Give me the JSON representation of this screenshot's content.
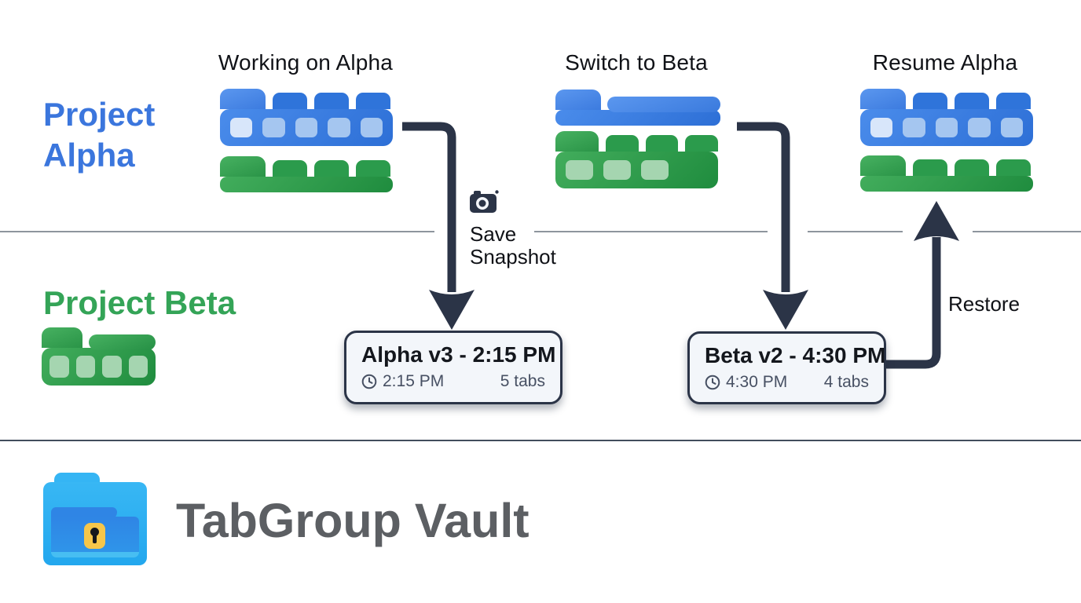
{
  "headers": {
    "col1": "Working on Alpha",
    "col2": "Switch to Beta",
    "col3": "Resume Alpha"
  },
  "lanes": {
    "alpha": "Project Alpha",
    "beta": "Project Beta"
  },
  "annotations": {
    "save_snapshot": "Save Snapshot",
    "restore": "Restore"
  },
  "snapshots": [
    {
      "title": "Alpha v3 - 2:15 PM",
      "time": "2:15 PM",
      "tab_count": "5 tabs"
    },
    {
      "title": "Beta v2 - 4:30 PM",
      "time": "4:30 PM",
      "tab_count": "4 tabs"
    }
  ],
  "footer": {
    "app_name": "TabGroup Vault"
  },
  "icons": {
    "camera": "camera-icon",
    "clock": "clock-icon",
    "lock": "lock-keyhole-icon"
  },
  "colors": {
    "alpha_blue": "#3b76dd",
    "beta_green": "#34a457",
    "arrow_navy": "#2b3447",
    "card_bg": "#f3f6fa",
    "divider_gray": "#8e959d",
    "footer_divider": "#424e5c",
    "brand_gray": "#5c5f63",
    "lock_yellow": "#f6c64a"
  }
}
